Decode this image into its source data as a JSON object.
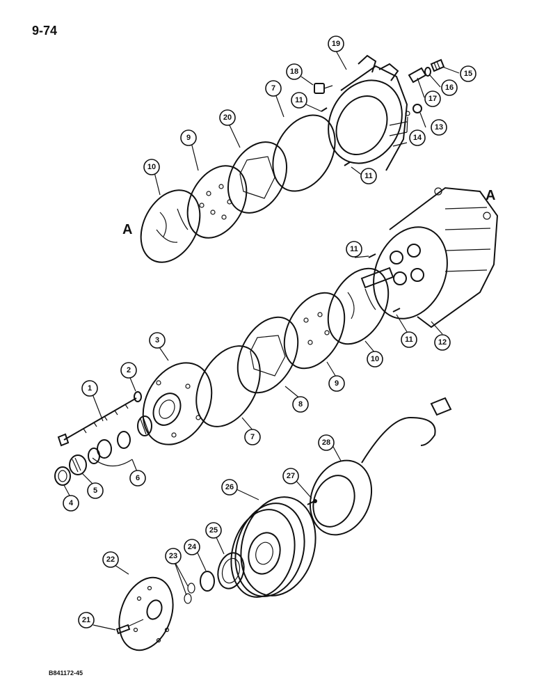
{
  "page": {
    "number": "9-74",
    "figure_code": "B841172-45"
  },
  "reference_mark": "A",
  "callouts": [
    {
      "id": "c1",
      "label": "1"
    },
    {
      "id": "c2",
      "label": "2"
    },
    {
      "id": "c3",
      "label": "3"
    },
    {
      "id": "c4",
      "label": "4"
    },
    {
      "id": "c5",
      "label": "5"
    },
    {
      "id": "c6",
      "label": "6"
    },
    {
      "id": "c7a",
      "label": "7"
    },
    {
      "id": "c7b",
      "label": "7"
    },
    {
      "id": "c8",
      "label": "8"
    },
    {
      "id": "c9a",
      "label": "9"
    },
    {
      "id": "c9b",
      "label": "9"
    },
    {
      "id": "c10a",
      "label": "10"
    },
    {
      "id": "c10b",
      "label": "10"
    },
    {
      "id": "c11a",
      "label": "11"
    },
    {
      "id": "c11b",
      "label": "11"
    },
    {
      "id": "c11c",
      "label": "11"
    },
    {
      "id": "c11d",
      "label": "11"
    },
    {
      "id": "c12",
      "label": "12"
    },
    {
      "id": "c13",
      "label": "13"
    },
    {
      "id": "c14",
      "label": "14"
    },
    {
      "id": "c15",
      "label": "15"
    },
    {
      "id": "c16",
      "label": "16"
    },
    {
      "id": "c17",
      "label": "17"
    },
    {
      "id": "c18",
      "label": "18"
    },
    {
      "id": "c19",
      "label": "19"
    },
    {
      "id": "c20",
      "label": "20"
    },
    {
      "id": "c21",
      "label": "21"
    },
    {
      "id": "c22",
      "label": "22"
    },
    {
      "id": "c23",
      "label": "23"
    },
    {
      "id": "c24",
      "label": "24"
    },
    {
      "id": "c25",
      "label": "25"
    },
    {
      "id": "c26",
      "label": "26"
    },
    {
      "id": "c27",
      "label": "27"
    },
    {
      "id": "c28",
      "label": "28"
    }
  ]
}
